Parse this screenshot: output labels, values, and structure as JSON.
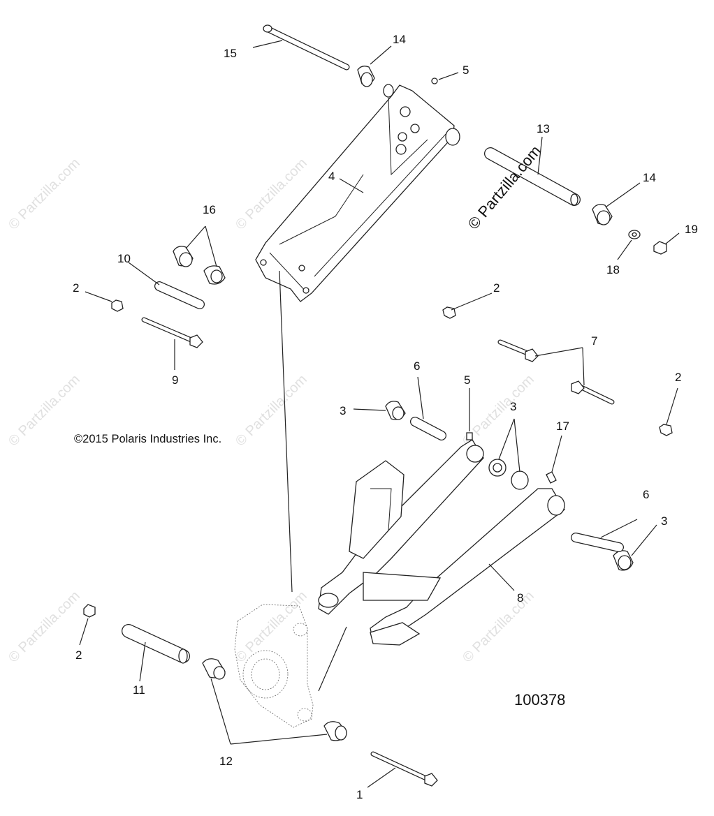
{
  "copyright": "©2015 Polaris Industries Inc.",
  "diagram_id": "100378",
  "center_watermark": "© Partzilla.com",
  "watermark_text": "© Partzilla.com",
  "labels": [
    {
      "id": "lbl-15",
      "text": "15"
    },
    {
      "id": "lbl-14a",
      "text": "14"
    },
    {
      "id": "lbl-5a",
      "text": "5"
    },
    {
      "id": "lbl-13",
      "text": "13"
    },
    {
      "id": "lbl-4",
      "text": "4"
    },
    {
      "id": "lbl-14b",
      "text": "14"
    },
    {
      "id": "lbl-19",
      "text": "19"
    },
    {
      "id": "lbl-18",
      "text": "18"
    },
    {
      "id": "lbl-16",
      "text": "16"
    },
    {
      "id": "lbl-10",
      "text": "10"
    },
    {
      "id": "lbl-2a",
      "text": "2"
    },
    {
      "id": "lbl-9",
      "text": "9"
    },
    {
      "id": "lbl-2b",
      "text": "2"
    },
    {
      "id": "lbl-7",
      "text": "7"
    },
    {
      "id": "lbl-2c",
      "text": "2"
    },
    {
      "id": "lbl-6a",
      "text": "6"
    },
    {
      "id": "lbl-5b",
      "text": "5"
    },
    {
      "id": "lbl-3a",
      "text": "3"
    },
    {
      "id": "lbl-3b",
      "text": "3"
    },
    {
      "id": "lbl-17",
      "text": "17"
    },
    {
      "id": "lbl-6b",
      "text": "6"
    },
    {
      "id": "lbl-3c",
      "text": "3"
    },
    {
      "id": "lbl-8",
      "text": "8"
    },
    {
      "id": "lbl-2d",
      "text": "2"
    },
    {
      "id": "lbl-11",
      "text": "11"
    },
    {
      "id": "lbl-12",
      "text": "12"
    },
    {
      "id": "lbl-1",
      "text": "1"
    }
  ]
}
